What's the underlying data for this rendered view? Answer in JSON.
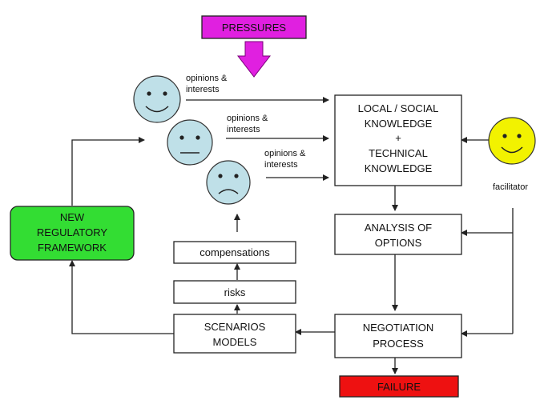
{
  "colors": {
    "pressures_fill": "#e020e0",
    "pressures_arrow": "#e020e0",
    "regulatory_fill": "#33dd33",
    "failure_fill": "#ee1111",
    "face_blue": "#bfe0e8",
    "face_yellow": "#f2f200",
    "box_fill": "#ffffff",
    "line": "#222222"
  },
  "nodes": {
    "pressures": "PRESSURES",
    "knowledge": [
      "LOCAL / SOCIAL",
      "KNOWLEDGE",
      "+",
      "TECHNICAL",
      "KNOWLEDGE"
    ],
    "analysis": [
      "ANALYSIS OF",
      "OPTIONS"
    ],
    "negotiation": [
      "NEGOTIATION",
      "PROCESS"
    ],
    "failure": "FAILURE",
    "scenarios": [
      "SCENARIOS",
      "MODELS"
    ],
    "risks": "risks",
    "compensations": "compensations",
    "regulatory": [
      "NEW",
      "REGULATORY",
      "FRAMEWORK"
    ]
  },
  "faces": [
    {
      "name": "happy-face",
      "mood": "happy",
      "opinion": [
        "opinions &",
        "interests"
      ]
    },
    {
      "name": "neutral-face",
      "mood": "neutral",
      "opinion": [
        "opinions &",
        "interests"
      ]
    },
    {
      "name": "sad-face",
      "mood": "sad",
      "opinion": [
        "opinions &",
        "interests"
      ]
    }
  ],
  "facilitator": {
    "label": "facilitator",
    "mood": "happy"
  }
}
